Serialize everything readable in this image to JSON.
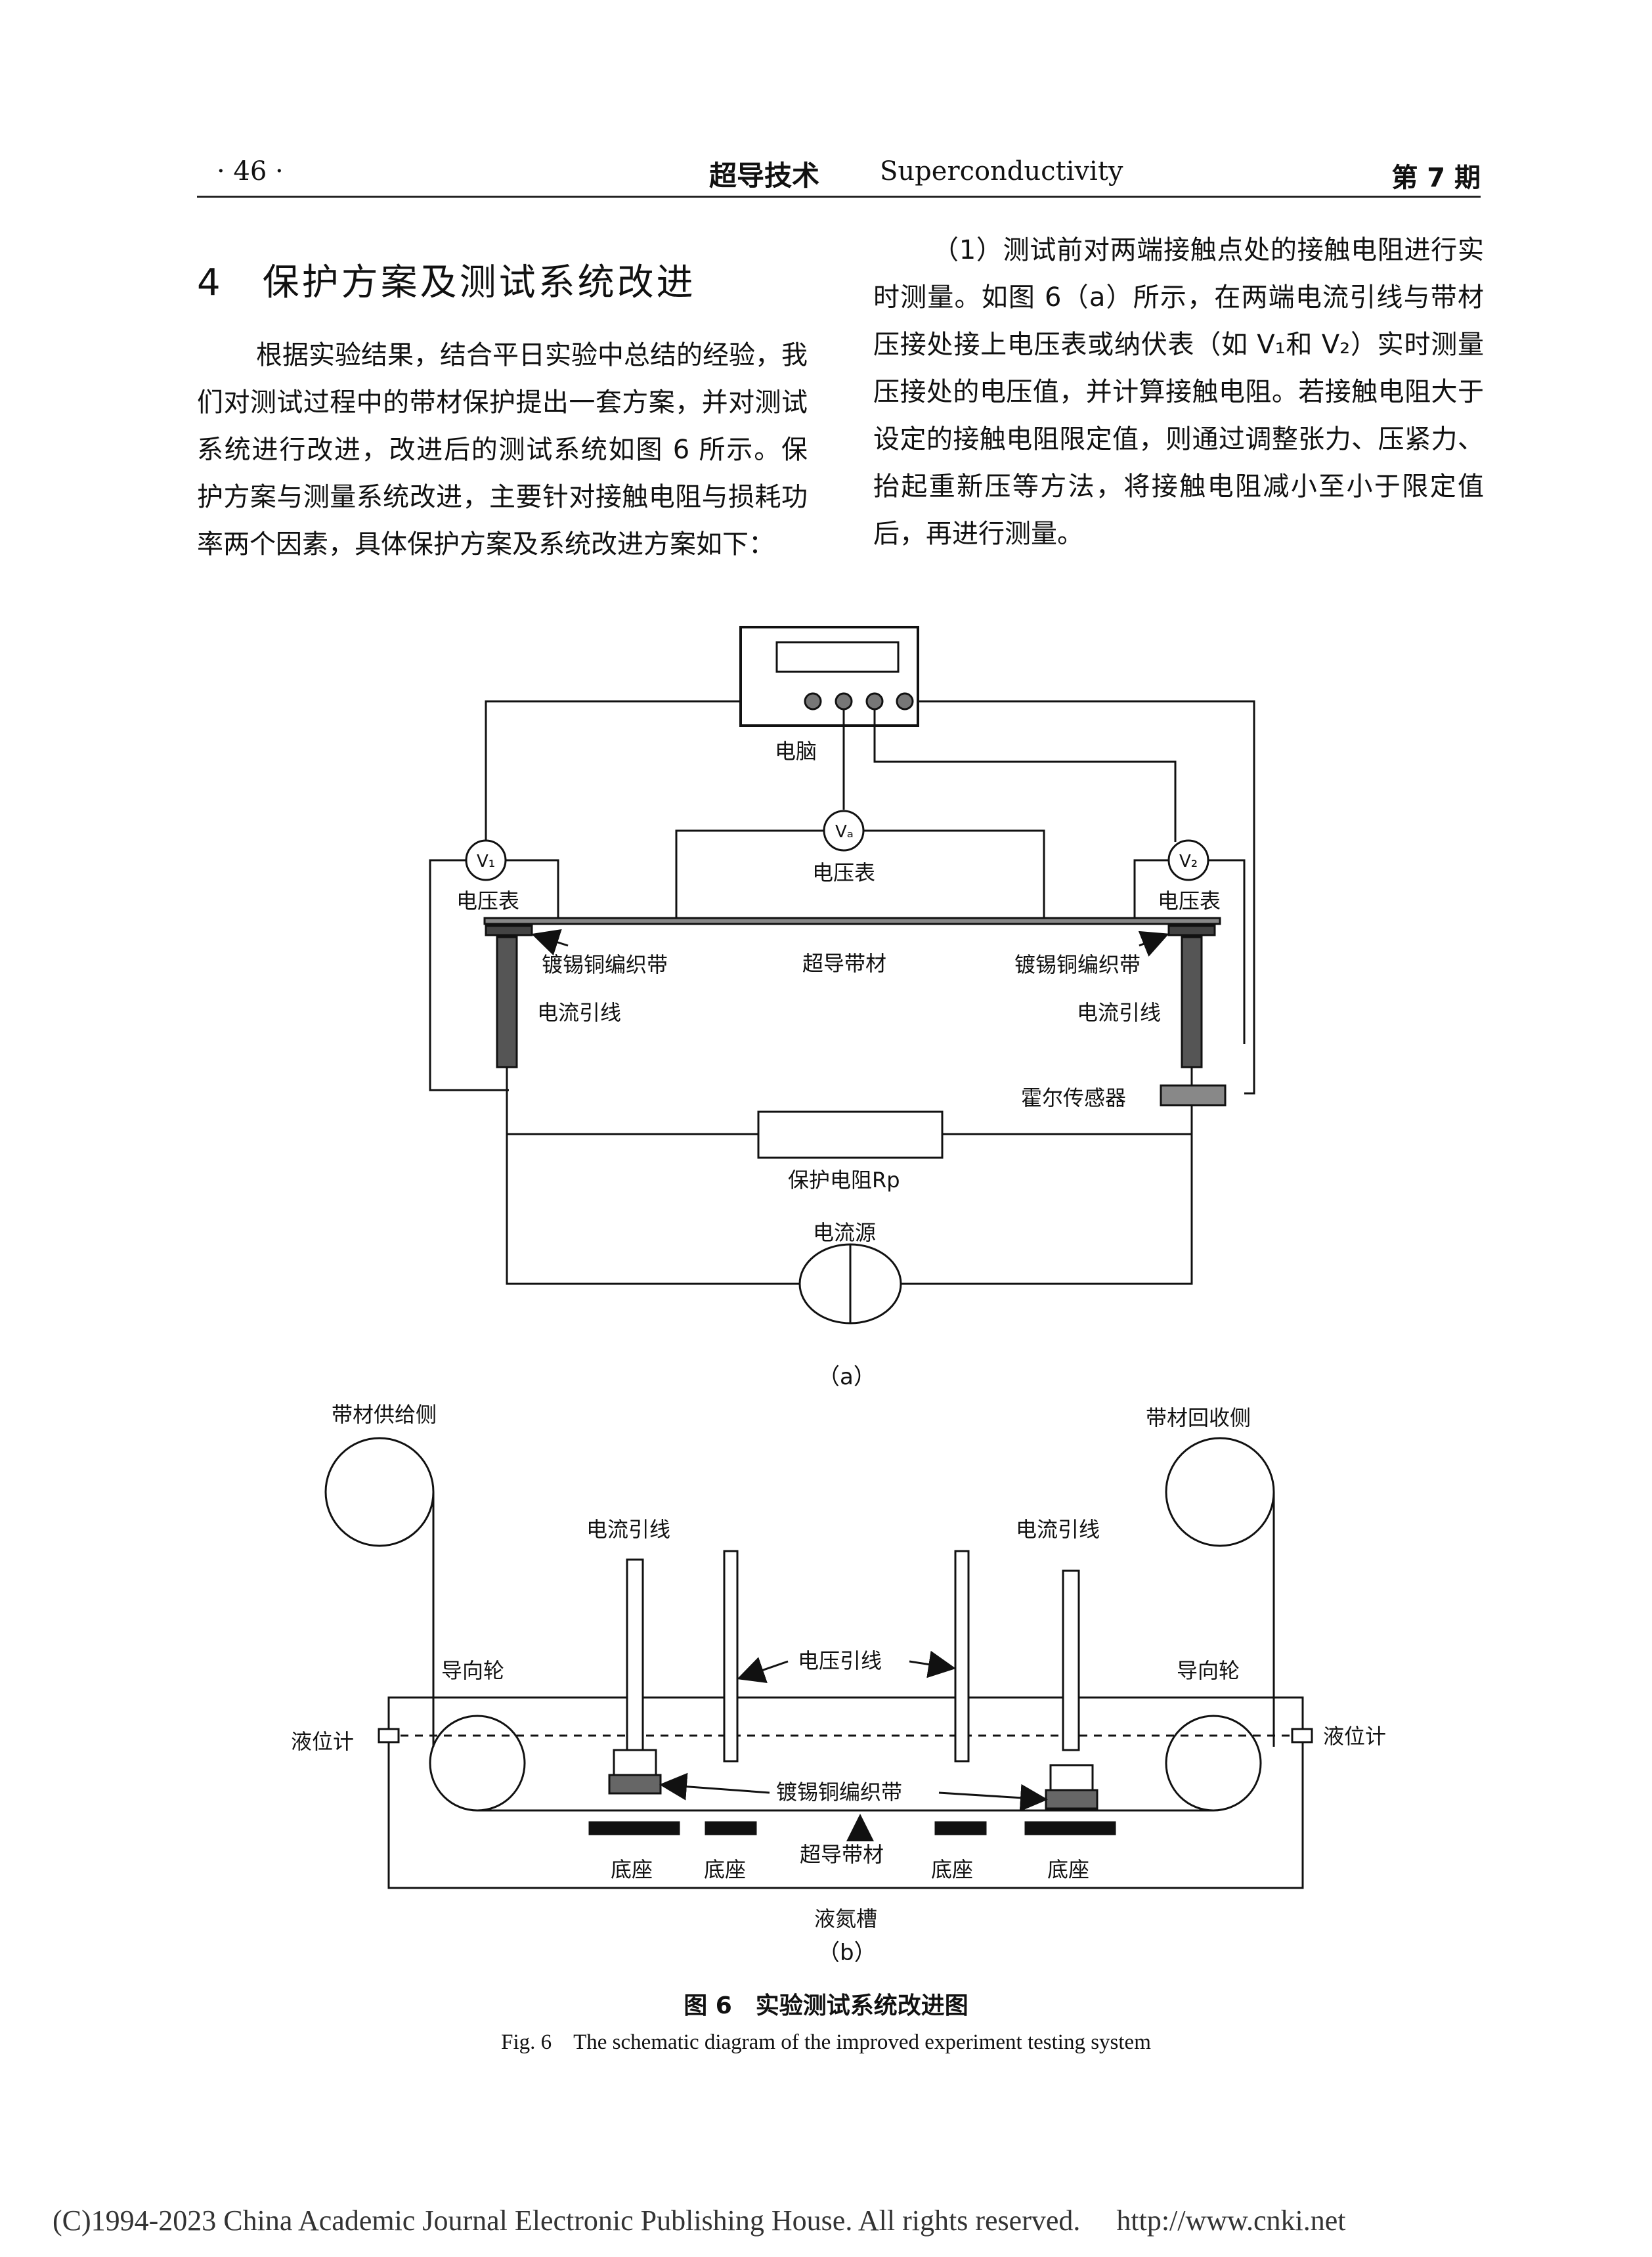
{
  "header": {
    "page_number": "· 46 ·",
    "journal_cn": "超导技术",
    "journal_en": "Superconductivity",
    "issue": "第 7 期"
  },
  "section": {
    "heading": "4　保护方案及测试系统改进"
  },
  "body": {
    "left_paragraph": "根据实验结果，结合平日实验中总结的经验，我们对测试过程中的带材保护提出一套方案，并对测试系统进行改进，改进后的测试系统如图 6 所示。保护方案与测量系统改进，主要针对接触电阻与损耗功率两个因素，具体保护方案及系统改进方案如下：",
    "right_paragraph": "（1）测试前对两端接触点处的接触电阻进行实时测量。如图 6（a）所示，在两端电流引线与带材压接处接上电压表或纳伏表（如 V₁和 V₂）实时测量压接处的电压值，并计算接触电阻。若接触电阻大于设定的接触电阻限定值，则通过调整张力、压紧力、抬起重新压等方法，将接触电阻减小至小于限定值后，再进行测量。"
  },
  "figure_a": {
    "computer": "电脑",
    "v1": "V₁",
    "va": "Vₐ",
    "v2": "V₂",
    "voltmeter_left": "电压表",
    "voltmeter_mid": "电压表",
    "voltmeter_right": "电压表",
    "braid_left": "镀锡铜编织带",
    "tape": "超导带材",
    "braid_right": "镀锡铜编织带",
    "lead_left": "电流引线",
    "lead_right": "电流引线",
    "hall_sensor": "霍尔传感器",
    "resistor": "保护电阻Rp",
    "current_source": "电流源",
    "sublabel": "（a）"
  },
  "figure_b": {
    "supply_side": "带材供给侧",
    "recovery_side": "带材回收侧",
    "lead_left": "电流引线",
    "lead_right": "电流引线",
    "guide_left": "导向轮",
    "guide_right": "导向轮",
    "voltage_lead": "电压引线",
    "level_left": "液位计",
    "level_right": "液位计",
    "braid": "镀锡铜编织带",
    "base1": "底座",
    "base2": "底座",
    "tape": "超导带材",
    "base3": "底座",
    "base4": "底座",
    "tank": "液氮槽",
    "sublabel": "（b）"
  },
  "caption": {
    "cn": "图 6　实验测试系统改进图",
    "en": "Fig. 6　The schematic diagram of the improved experiment testing system"
  },
  "footer": {
    "text": "(C)1994-2023 China Academic Journal Electronic Publishing House. All rights reserved.　 http://www.cnki.net"
  }
}
